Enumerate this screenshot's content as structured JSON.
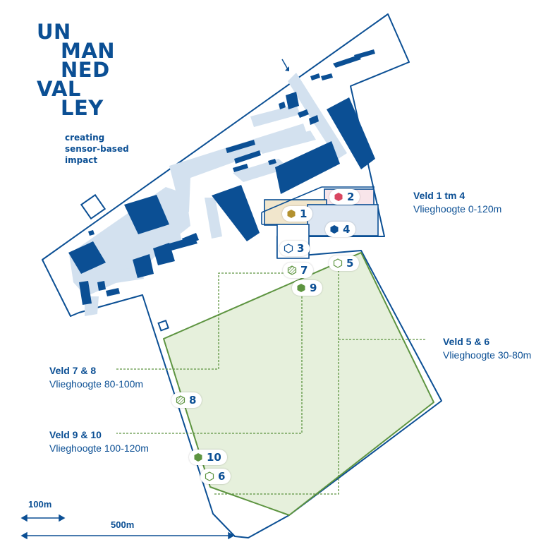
{
  "logo": {
    "line1": "UN",
    "line2": "MAN",
    "line3": "NED",
    "line4": "VAL",
    "line5": "LEY"
  },
  "tagline": {
    "line1": "creating",
    "line2": "sensor-based",
    "line3": "impact"
  },
  "legend": [
    {
      "title": "Veld 1 tm 4",
      "sub": "Vlieghoogte 0-120m"
    },
    {
      "title": "Veld 5 & 6",
      "sub": "Vlieghoogte 30-80m"
    },
    {
      "title": "Veld 7 & 8",
      "sub": "Vlieghoogte 80-100m"
    },
    {
      "title": "Veld 9 & 10",
      "sub": "Vlieghoogte 100-120m"
    }
  ],
  "fields": [
    {
      "num": "1",
      "icon": "hexagon-gold-icon"
    },
    {
      "num": "2",
      "icon": "hexagon-red-icon"
    },
    {
      "num": "3",
      "icon": "hexagon-outline-icon"
    },
    {
      "num": "4",
      "icon": "hexagon-navy-icon"
    },
    {
      "num": "5",
      "icon": "hexagon-green-outline-icon"
    },
    {
      "num": "6",
      "icon": "hexagon-green-outline-icon"
    },
    {
      "num": "7",
      "icon": "hexagon-striped-icon"
    },
    {
      "num": "8",
      "icon": "hexagon-striped-icon"
    },
    {
      "num": "9",
      "icon": "hexagon-green-icon"
    },
    {
      "num": "10",
      "icon": "hexagon-green-icon"
    }
  ],
  "scale": {
    "small": "100m",
    "large": "500m"
  },
  "colors": {
    "navy": "#0b4f94",
    "road": "#d3e1ef",
    "green": "#5d9440",
    "greenfill": "#e6f0dc",
    "gold": "#b3912f",
    "red": "#d94660"
  }
}
